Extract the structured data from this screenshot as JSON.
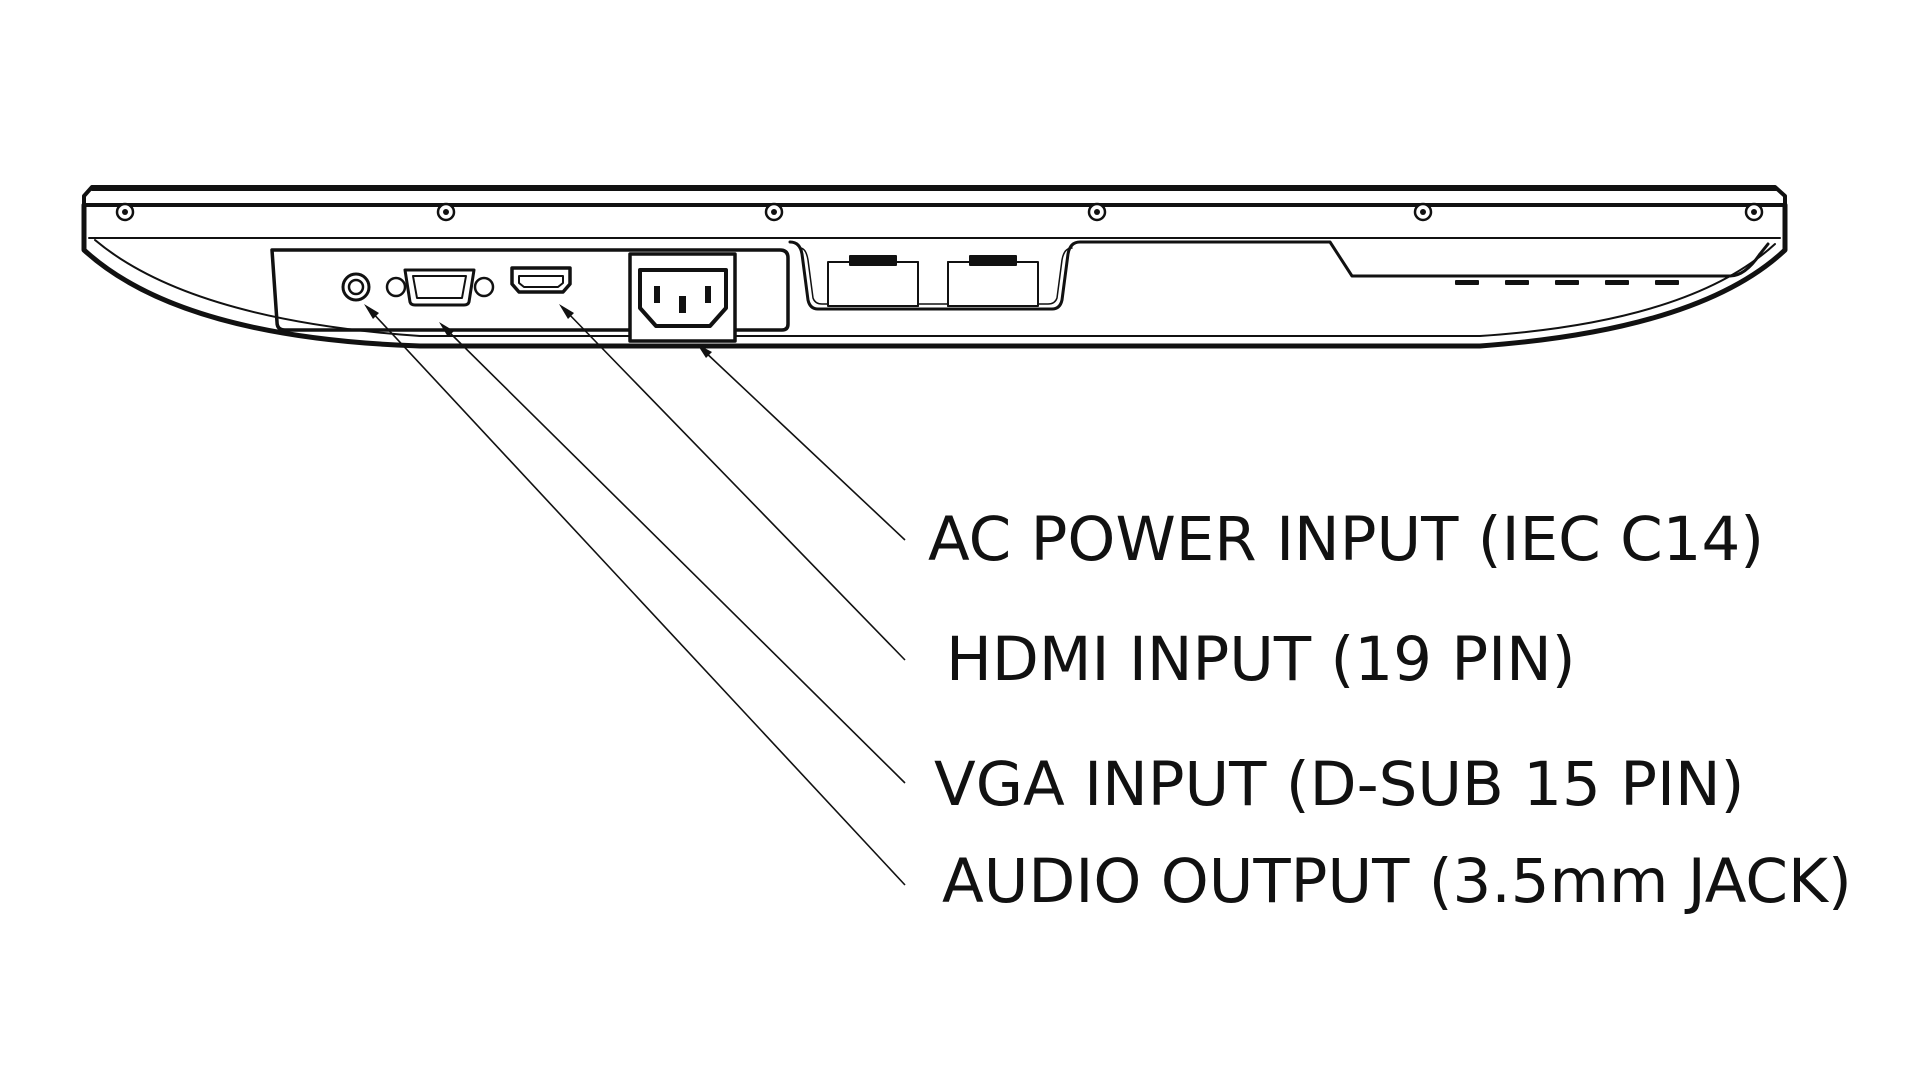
{
  "diagram": {
    "labels": {
      "ac_power": "AC POWER INPUT (IEC C14)",
      "hdmi": "HDMI INPUT (19 PIN)",
      "vga": "VGA INPUT (D-SUB 15 PIN)",
      "audio": "AUDIO OUTPUT (3.5mm JACK)"
    }
  },
  "colors": {
    "line": "#111111",
    "background": "#ffffff"
  }
}
